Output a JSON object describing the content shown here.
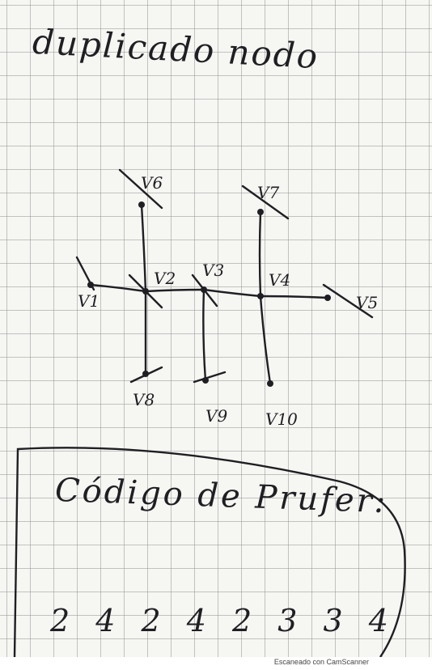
{
  "page": {
    "title": "duplicado nodo",
    "subtitle": "Código de Prufer:",
    "code": "2 4 2 4 2 3 3 4",
    "scanner_note": "Escaneado con CamScanner"
  },
  "graph": {
    "vertices": [
      {
        "id": "v1",
        "label": "V1"
      },
      {
        "id": "v2",
        "label": "V2"
      },
      {
        "id": "v3",
        "label": "V3"
      },
      {
        "id": "v4",
        "label": "V4"
      },
      {
        "id": "v5",
        "label": "V5"
      },
      {
        "id": "v6",
        "label": "V6"
      },
      {
        "id": "v7",
        "label": "V7"
      },
      {
        "id": "v8",
        "label": "V8"
      },
      {
        "id": "v9",
        "label": "V9"
      },
      {
        "id": "v10",
        "label": "V10"
      }
    ],
    "edges": [
      [
        "v1",
        "v2"
      ],
      [
        "v2",
        "v3"
      ],
      [
        "v3",
        "v4"
      ],
      [
        "v4",
        "v5"
      ],
      [
        "v2",
        "v6"
      ],
      [
        "v2",
        "v8"
      ],
      [
        "v3",
        "v9"
      ],
      [
        "v4",
        "v7"
      ],
      [
        "v4",
        "v10"
      ]
    ]
  }
}
